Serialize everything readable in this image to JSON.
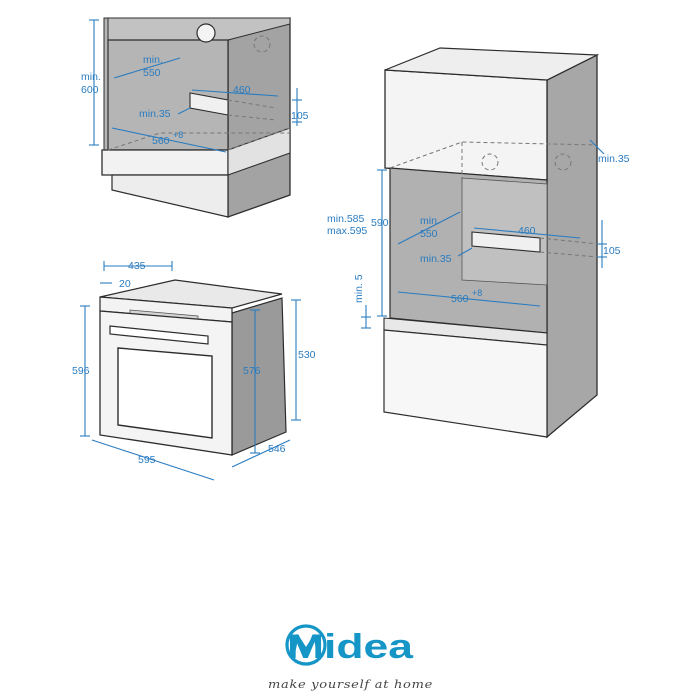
{
  "colors": {
    "dimension": "#2a7cc0",
    "cabinet_fill": "#a9a9a9",
    "cabinet_outline": "#2d2d2d",
    "brand": "#1596c6"
  },
  "under_counter": {
    "height_min_label": "min.",
    "height_min_value": "600",
    "depth_min_label": "min.",
    "depth_min_value": "550",
    "vent_width": "460",
    "vent_height": "105",
    "gap_min": "min.35",
    "width": "560",
    "width_tolerance": "+8"
  },
  "oven": {
    "depth_total": "435",
    "door_offset": "20",
    "height": "596",
    "width": "595",
    "inner_height": "576",
    "body_height": "530",
    "body_depth": "546"
  },
  "column": {
    "top_gap": "min.35",
    "niche_height_min": "min.585",
    "niche_height_max": "max.595",
    "niche_height": "590",
    "depth_min_label": "min.",
    "depth_min_value": "550",
    "vent_width": "460",
    "vent_height": "105",
    "gap_min": "min.35",
    "bottom_gap": "min. 5",
    "width": "560",
    "width_tolerance": "+8"
  },
  "brand": {
    "logo_icon": "midea-m-swoosh-icon",
    "name": "Midea",
    "tagline": "make yourself at home"
  }
}
